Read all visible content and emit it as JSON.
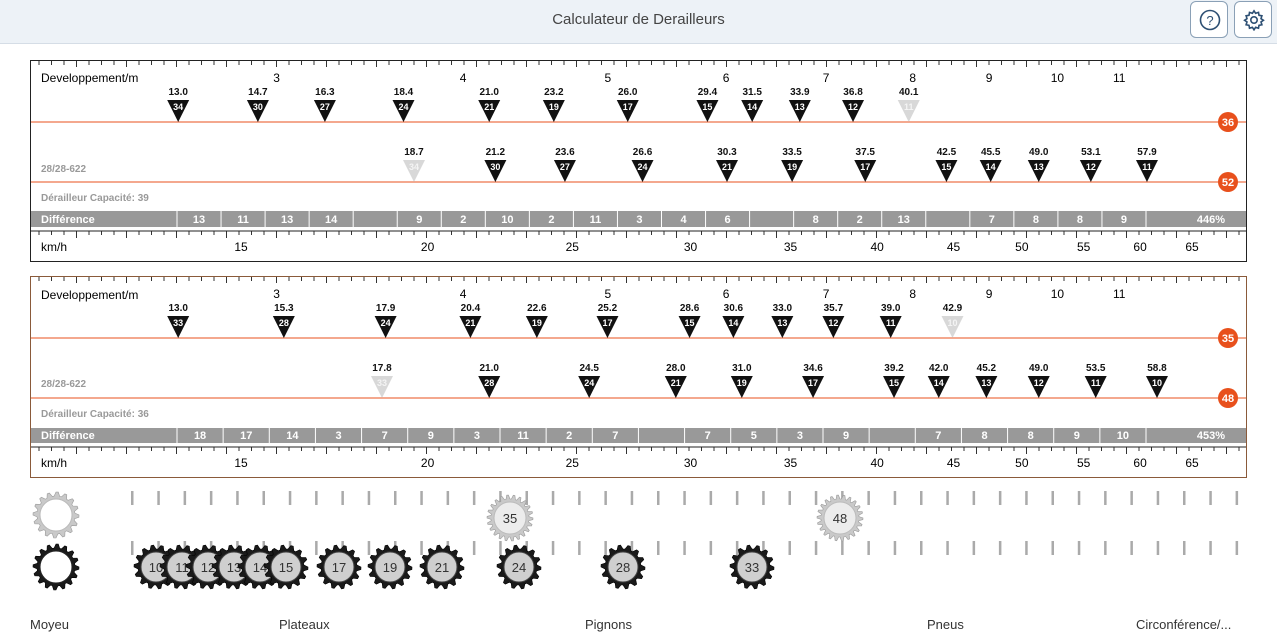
{
  "app": {
    "title": "Calculateur de Derailleurs"
  },
  "header": {
    "help_icon": "help-icon",
    "settings_icon": "gear-icon"
  },
  "colors": {
    "accent": "#e8501c",
    "gear_fill": "#111111",
    "gear_ghost": "#d4d4d4",
    "diff_bar": "#999999"
  },
  "panels": [
    {
      "dev_label": "Developpement/m",
      "dev_ticks": [
        "3",
        "4",
        "5",
        "6",
        "7",
        "8",
        "9",
        "10",
        "11"
      ],
      "chainring_small": "36",
      "chainring_big": "52",
      "wheel_label": "28/28-622",
      "capacity_label": "Dérailleur Capacité: 39",
      "diff_label": "Différence",
      "diff_percent": "446%",
      "speed_label": "km/h",
      "speed_ticks": [
        "15",
        "20",
        "25",
        "30",
        "35",
        "40",
        "45",
        "50",
        "55",
        "60",
        "65"
      ],
      "row1": [
        {
          "ratio": "13.0",
          "teeth": "34"
        },
        {
          "ratio": "14.7",
          "teeth": "30"
        },
        {
          "ratio": "16.3",
          "teeth": "27"
        },
        {
          "ratio": "18.4",
          "teeth": "24"
        },
        {
          "ratio": "21.0",
          "teeth": "21"
        },
        {
          "ratio": "23.2",
          "teeth": "19"
        },
        {
          "ratio": "26.0",
          "teeth": "17"
        },
        {
          "ratio": "29.4",
          "teeth": "15"
        },
        {
          "ratio": "31.5",
          "teeth": "14"
        },
        {
          "ratio": "33.9",
          "teeth": "13"
        },
        {
          "ratio": "36.8",
          "teeth": "12"
        },
        {
          "ratio": "40.1",
          "teeth": "11"
        }
      ],
      "row2": [
        {
          "ratio": "18.7",
          "teeth": "34"
        },
        {
          "ratio": "21.2",
          "teeth": "30"
        },
        {
          "ratio": "23.6",
          "teeth": "27"
        },
        {
          "ratio": "26.6",
          "teeth": "24"
        },
        {
          "ratio": "30.3",
          "teeth": "21"
        },
        {
          "ratio": "33.5",
          "teeth": "19"
        },
        {
          "ratio": "37.5",
          "teeth": "17"
        },
        {
          "ratio": "42.5",
          "teeth": "15"
        },
        {
          "ratio": "45.5",
          "teeth": "14"
        },
        {
          "ratio": "49.0",
          "teeth": "13"
        },
        {
          "ratio": "53.1",
          "teeth": "12"
        },
        {
          "ratio": "57.9",
          "teeth": "11"
        }
      ],
      "diffs": [
        "13",
        "11",
        "13",
        "14",
        "",
        "9",
        "2",
        "10",
        "2",
        "11",
        "3",
        "4",
        "6",
        "",
        "8",
        "2",
        "13",
        "",
        "7",
        "8",
        "8",
        "9"
      ]
    },
    {
      "dev_label": "Developpement/m",
      "dev_ticks": [
        "3",
        "4",
        "5",
        "6",
        "7",
        "8",
        "9",
        "10",
        "11"
      ],
      "chainring_small": "35",
      "chainring_big": "48",
      "wheel_label": "28/28-622",
      "capacity_label": "Dérailleur Capacité: 36",
      "diff_label": "Différence",
      "diff_percent": "453%",
      "speed_label": "km/h",
      "speed_ticks": [
        "15",
        "20",
        "25",
        "30",
        "35",
        "40",
        "45",
        "50",
        "55",
        "60",
        "65"
      ],
      "row1": [
        {
          "ratio": "13.0",
          "teeth": "33"
        },
        {
          "ratio": "15.3",
          "teeth": "28"
        },
        {
          "ratio": "17.9",
          "teeth": "24"
        },
        {
          "ratio": "20.4",
          "teeth": "21"
        },
        {
          "ratio": "22.6",
          "teeth": "19"
        },
        {
          "ratio": "25.2",
          "teeth": "17"
        },
        {
          "ratio": "28.6",
          "teeth": "15"
        },
        {
          "ratio": "30.6",
          "teeth": "14"
        },
        {
          "ratio": "33.0",
          "teeth": "13"
        },
        {
          "ratio": "35.7",
          "teeth": "12"
        },
        {
          "ratio": "39.0",
          "teeth": "11"
        },
        {
          "ratio": "42.9",
          "teeth": "10"
        }
      ],
      "row2": [
        {
          "ratio": "17.8",
          "teeth": "33"
        },
        {
          "ratio": "21.0",
          "teeth": "28"
        },
        {
          "ratio": "24.5",
          "teeth": "24"
        },
        {
          "ratio": "28.0",
          "teeth": "21"
        },
        {
          "ratio": "31.0",
          "teeth": "19"
        },
        {
          "ratio": "34.6",
          "teeth": "17"
        },
        {
          "ratio": "39.2",
          "teeth": "15"
        },
        {
          "ratio": "42.0",
          "teeth": "14"
        },
        {
          "ratio": "45.2",
          "teeth": "13"
        },
        {
          "ratio": "49.0",
          "teeth": "12"
        },
        {
          "ratio": "53.5",
          "teeth": "11"
        },
        {
          "ratio": "58.8",
          "teeth": "10"
        }
      ],
      "diffs": [
        "18",
        "17",
        "14",
        "3",
        "7",
        "9",
        "3",
        "11",
        "2",
        "7",
        "",
        "7",
        "5",
        "3",
        "9",
        "",
        "7",
        "8",
        "8",
        "9",
        "10"
      ]
    }
  ],
  "selector": {
    "chainrings": [
      "35",
      "48"
    ],
    "sprockets": [
      "10",
      "11",
      "12",
      "13",
      "14",
      "15",
      "17",
      "19",
      "21",
      "24",
      "28",
      "33"
    ]
  },
  "bottom_labels": [
    "Moyeu",
    "Plateaux",
    "Pignons",
    "Pneus",
    "Circonférence/..."
  ]
}
